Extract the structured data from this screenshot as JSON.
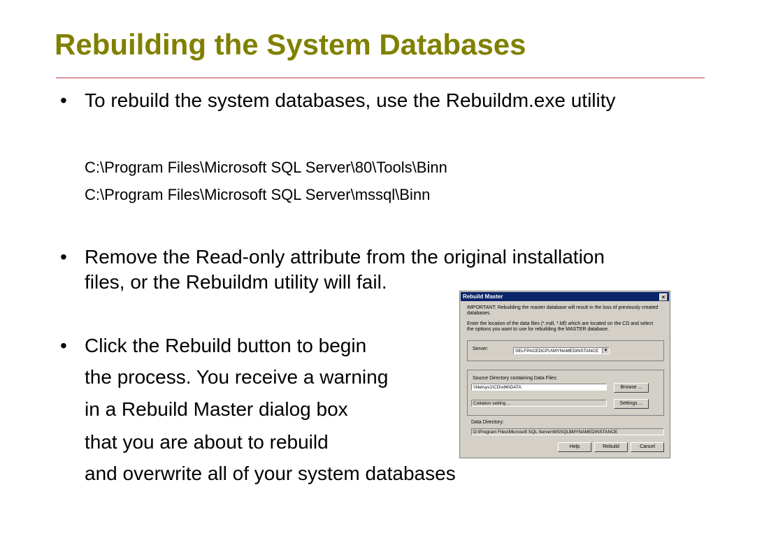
{
  "slide": {
    "title": "Rebuilding the System Databases",
    "bullet_glyph": "•",
    "bullet1": "To rebuild the system databases,  use the Rebuildm.exe  utility",
    "path1": "C:\\Program Files\\Microsoft SQL Server\\80\\Tools\\Binn",
    "path2": "C:\\Program Files\\Microsoft SQL Server\\mssql\\Binn",
    "bullet2_line1": "Remove the Read-only attribute from the original installation",
    "bullet2_line2": "files, or the Rebuildm utility will fail.",
    "bullet3_lines": [
      "Click the Rebuild button to begin",
      "the process. You receive a warning",
      "in a Rebuild Master dialog box",
      "that you are about to rebuild",
      "and overwrite all of your system databases"
    ]
  },
  "dialog": {
    "title": "Rebuild Master",
    "close_glyph": "×",
    "important_text_1": "IMPORTANT:  Rebuilding the master database will result in the loss of previously created",
    "important_text_2": "databases.",
    "instruction_1": "Enter the location of the data files (*.mdl, *.ldf) which are located on the CD and select",
    "instruction_2": "the options you want to use for rebuilding the MASTER database.",
    "server_label": "Server:",
    "server_value": "SELFPACEDCPU\\MYNAMEDINSTANCE",
    "dropdown_glyph": "▼",
    "source_label": "Source Directory containing Data Files:",
    "source_value": "\\\\Netsys1\\CD\\x86\\DATA",
    "browse_label": "Browse ...",
    "collation_value": "Collation setting ...",
    "settings_label": "Settings ...",
    "data_dir_label": "Data Directory:",
    "data_dir_value": "D:\\Program Files\\Microsoft SQL Server\\MSSQL$MYNAMEDINSTANCE",
    "help_label": "Help",
    "rebuild_label": "Rebuild",
    "cancel_label": "Cancel"
  },
  "colors": {
    "title": "#808000",
    "rule": "#c0394b",
    "dialog_titlebar": "#0a246a"
  }
}
